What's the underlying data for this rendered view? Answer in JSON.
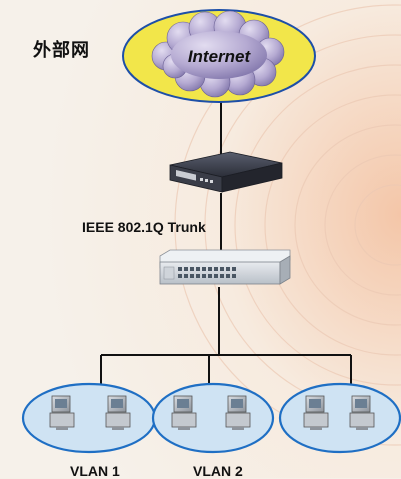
{
  "external_network_label": "外部网",
  "internet_label": "Internet",
  "trunk_label": "IEEE 802.1Q Trunk",
  "vlans": [
    {
      "label": "VLAN 1"
    },
    {
      "label": "VLAN 2"
    },
    {
      "label": ""
    }
  ],
  "colors": {
    "background": "#f6f0e8",
    "internet_ellipse": "#f2e64a",
    "cloud": "#b3a9cf",
    "vlan_ellipse_fill": "#cfe3f3",
    "vlan_ellipse_stroke": "#1f6fc4",
    "lines": "#111111"
  }
}
